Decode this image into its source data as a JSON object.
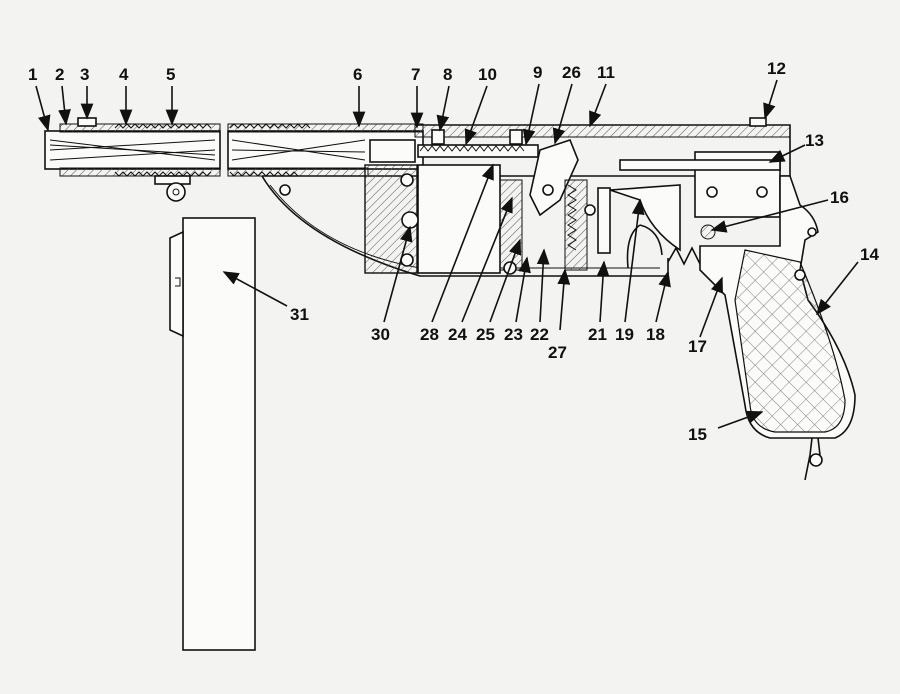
{
  "figure": {
    "labels": [
      "1",
      "2",
      "3",
      "4",
      "5",
      "6",
      "7",
      "8",
      "10",
      "9",
      "26",
      "11",
      "12",
      "13",
      "16",
      "14",
      "31",
      "30",
      "28",
      "24",
      "25",
      "23",
      "22",
      "27",
      "21",
      "19",
      "18",
      "17",
      "15"
    ]
  },
  "colors": {
    "background": "#f3f3f1",
    "ink": "#111111",
    "hatch": "#555555"
  }
}
